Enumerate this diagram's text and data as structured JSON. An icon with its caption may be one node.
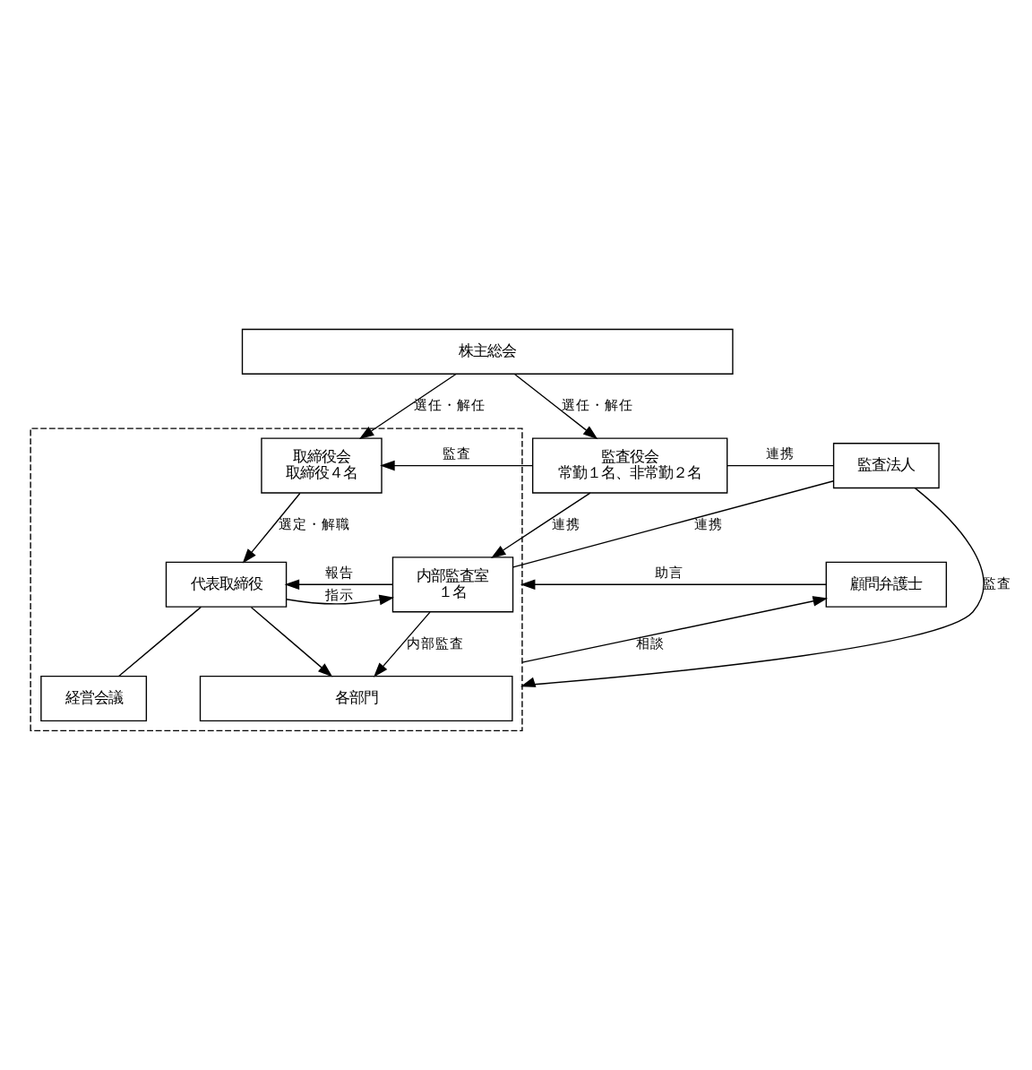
{
  "diagram": {
    "nodes": [
      {
        "text": [
          "株主総会"
        ]
      },
      {
        "text": [],
        "shape": "box"
      },
      {
        "text": [
          "取締役会",
          "取締役４名"
        ],
        "in": 1
      },
      {
        "text": [
          "監査役会",
          "常勤１名、非常勤２名"
        ]
      },
      {
        "text": [
          "監査法人"
        ]
      },
      {
        "text": [
          "代表取締役"
        ],
        "in": 1
      },
      {
        "text": [
          "内部監査室",
          "１名"
        ],
        "in": 1
      },
      {
        "text": [
          "経営会議"
        ],
        "in": 1
      },
      {
        "text": [
          "顧問弁護士"
        ]
      },
      {
        "text": [
          "各部門"
        ],
        "in": 1
      }
    ],
    "edges": [
      {
        "from": 0,
        "to": 2,
        "arrow": "to",
        "label": "選任・解任"
      },
      {
        "from": 0,
        "to": 3,
        "arrow": "to",
        "label": "選任・解任"
      },
      {
        "from": 3,
        "to": 2,
        "arrow": "to",
        "label": "監査"
      },
      {
        "from": 3,
        "to": 4,
        "arrow": "none",
        "label": "連携"
      },
      {
        "from": 3,
        "to": 6,
        "arrow": "to",
        "label": "連携"
      },
      {
        "from": 4,
        "to": 1,
        "arrow": "to",
        "label": "監査"
      },
      {
        "from": 2,
        "to": 5,
        "arrow": "to",
        "label": "選定・解職"
      },
      {
        "from": 6,
        "to": 5,
        "arrow": "to",
        "label": "報告"
      },
      {
        "from": 5,
        "to": 6,
        "arrow": "to",
        "label": "指示"
      },
      {
        "from": 6,
        "to": 4,
        "arrow": "none",
        "label": "連携"
      },
      {
        "from": 8,
        "to": 1,
        "arrow": "to",
        "label": "助言"
      },
      {
        "from": 1,
        "to": 8,
        "arrow": "to",
        "label": "相談"
      },
      {
        "from": 5,
        "to": 7,
        "arrow": "none"
      },
      {
        "from": 5,
        "to": 9,
        "arrow": "to"
      },
      {
        "from": 6,
        "to": 9,
        "arrow": "to",
        "label": "内部監査"
      }
    ]
  }
}
